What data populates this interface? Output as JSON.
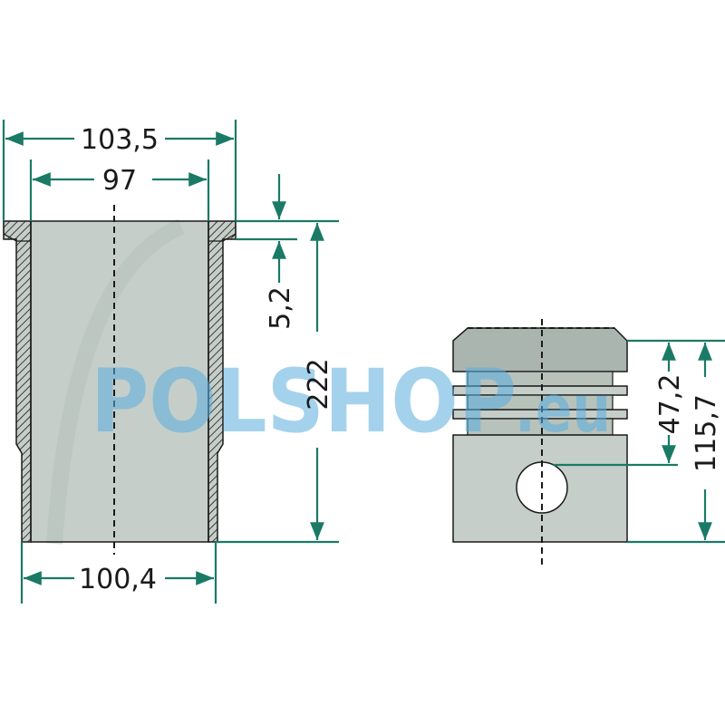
{
  "dimensions": {
    "liner_flange_outer_diameter": "103,5",
    "liner_bore_diameter": "97",
    "liner_outer_diameter": "100,4",
    "flange_height": "5,2",
    "liner_length": "222",
    "pin_height": "47,2",
    "piston_height": "115,7"
  },
  "watermark": {
    "brand": "POLSHOP",
    "domain": ".eu"
  },
  "colors": {
    "dimension_line": "#1a7a66",
    "part_fill": "#c5cec8",
    "part_fill_dark": "#a9b5ae",
    "outline": "#1a1a1a",
    "watermark": "#5aaee0"
  }
}
